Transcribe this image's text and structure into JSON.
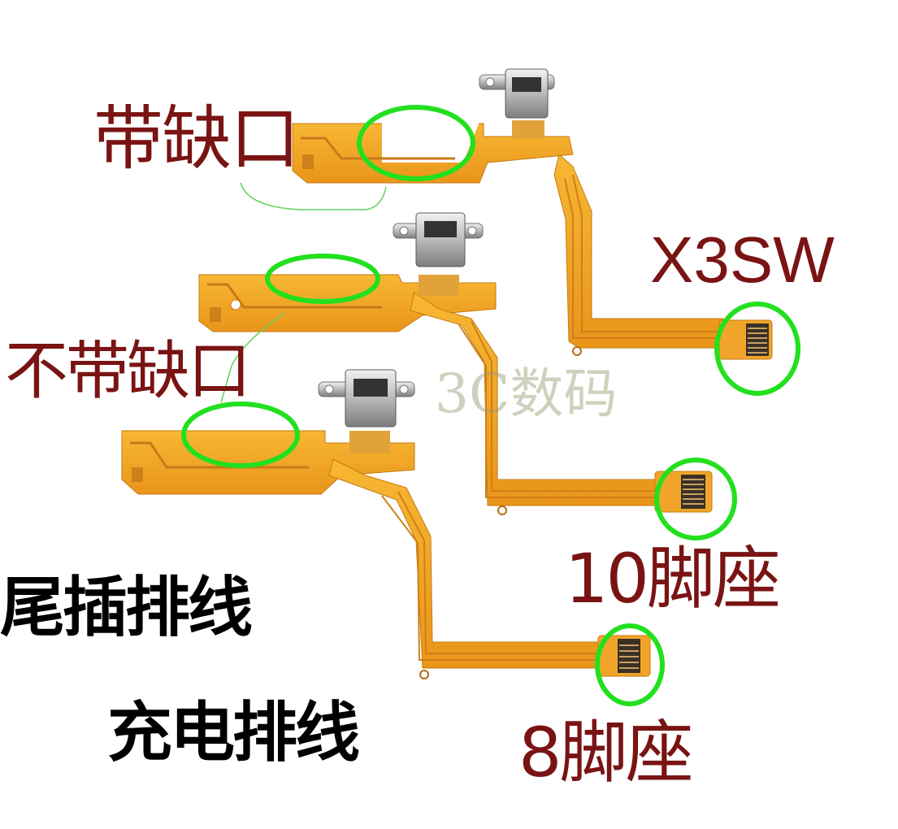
{
  "labels": {
    "with_notch": "带缺口",
    "without_notch": "不带缺口",
    "model": "X3SW",
    "pin10": "10脚座",
    "pin8": "8脚座",
    "tail_flex": "尾插排线",
    "charge_flex": "充电排线"
  },
  "watermark": "3C数码",
  "colors": {
    "flex_orange": "#f3a51e",
    "flex_dark": "#d9871a",
    "circle_green": "#22e01e",
    "label_red": "#7a1414",
    "label_black": "#000000"
  }
}
